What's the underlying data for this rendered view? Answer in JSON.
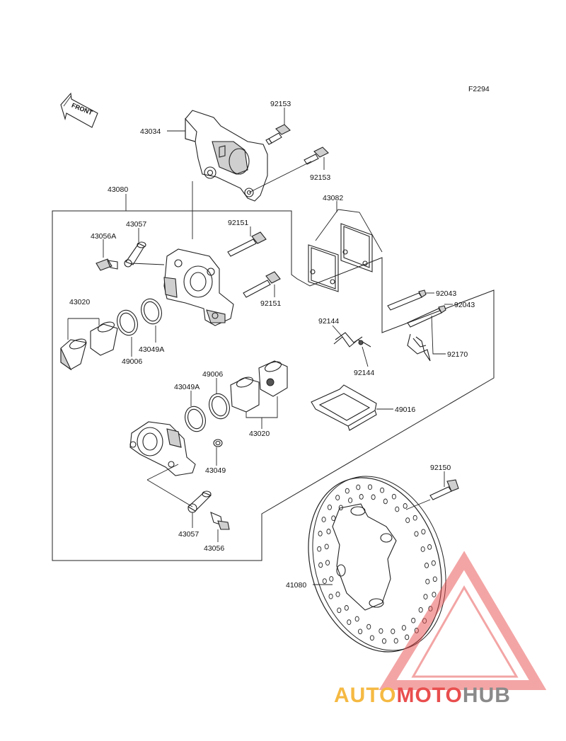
{
  "figure_code": "F2294",
  "front_arrow_label": "FRONT",
  "parts": [
    {
      "id": "p43034",
      "number": "43034"
    },
    {
      "id": "p92153a",
      "number": "92153"
    },
    {
      "id": "p92153b",
      "number": "92153"
    },
    {
      "id": "p43080",
      "number": "43080"
    },
    {
      "id": "p43082",
      "number": "43082"
    },
    {
      "id": "p43057a",
      "number": "43057"
    },
    {
      "id": "p43056A",
      "number": "43056A"
    },
    {
      "id": "p92151a",
      "number": "92151"
    },
    {
      "id": "p92151b",
      "number": "92151"
    },
    {
      "id": "p43020a",
      "number": "43020"
    },
    {
      "id": "p49006a",
      "number": "49006"
    },
    {
      "id": "p43049A_a",
      "number": "43049A"
    },
    {
      "id": "p92043a",
      "number": "92043"
    },
    {
      "id": "p92043b",
      "number": "92043"
    },
    {
      "id": "p92144a",
      "number": "92144"
    },
    {
      "id": "p92144b",
      "number": "92144"
    },
    {
      "id": "p92170",
      "number": "92170"
    },
    {
      "id": "p49006b",
      "number": "49006"
    },
    {
      "id": "p43049A_b",
      "number": "43049A"
    },
    {
      "id": "p49016",
      "number": "49016"
    },
    {
      "id": "p43020b",
      "number": "43020"
    },
    {
      "id": "p43049",
      "number": "43049"
    },
    {
      "id": "p92150",
      "number": "92150"
    },
    {
      "id": "p43057b",
      "number": "43057"
    },
    {
      "id": "p43056",
      "number": "43056"
    },
    {
      "id": "p41080",
      "number": "41080"
    }
  ],
  "watermark": {
    "part1": "AUTO",
    "part2": "MOTO",
    "part3": "HUB",
    "colors": {
      "auto": "#f5b942",
      "moto": "#e94e4e",
      "hub": "#8a8a8a",
      "triangle": "#e94e4e"
    }
  }
}
